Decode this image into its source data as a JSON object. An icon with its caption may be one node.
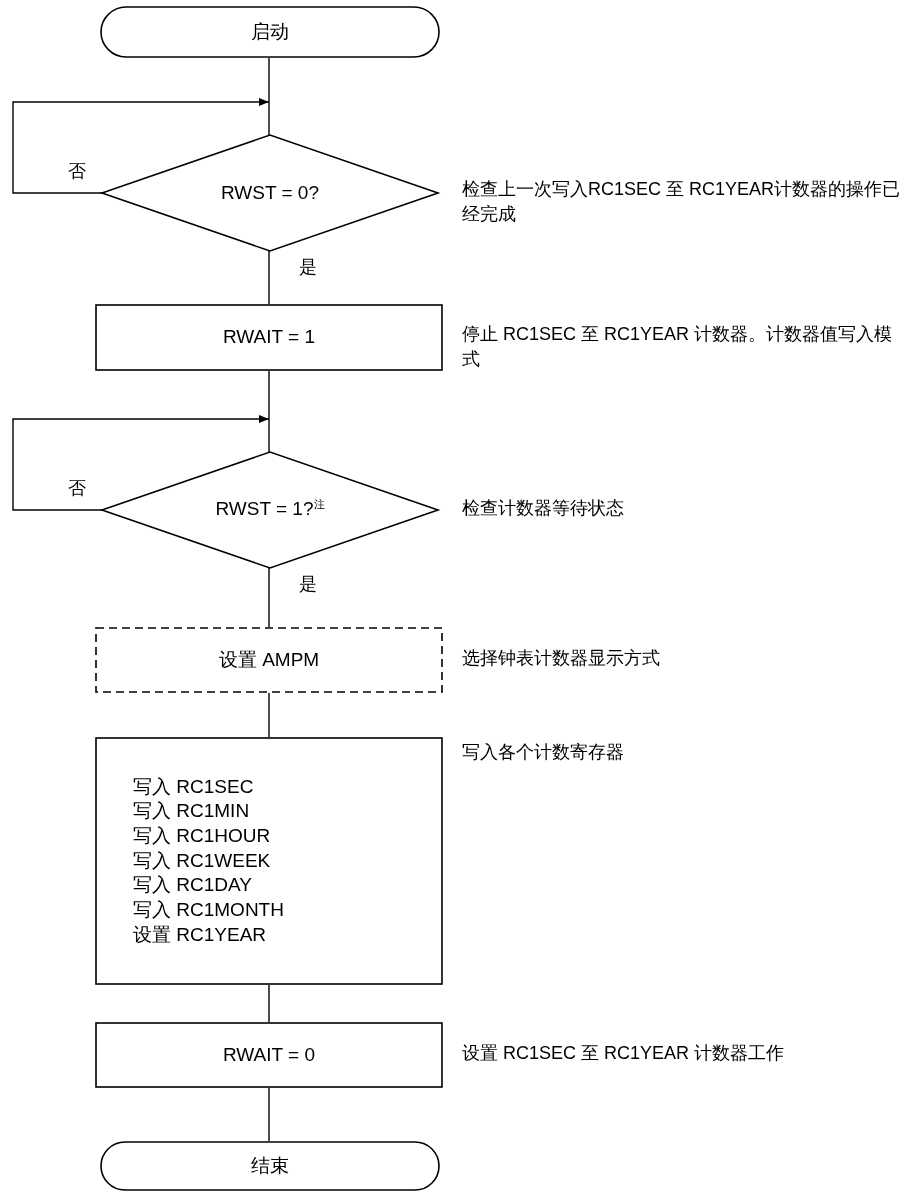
{
  "diagram": {
    "nodes": [
      {
        "text": [
          "启动"
        ]
      },
      {
        "text": [
          "RWST = 0?"
        ],
        "beside": [
          "检查上一次写入RC1SEC 至 RC1YEAR计数器的操作已经完成"
        ]
      },
      {
        "text": [
          "RWAIT = 1"
        ],
        "beside": [
          "停止 RC1SEC 至 RC1YEAR 计数器。计数器值写入模式"
        ]
      },
      {
        "text": [
          "RWST = 1?$^{注}$"
        ],
        "beside": [
          "检查计数器等待状态"
        ]
      },
      {
        "text": [
          "设置 AMPM"
        ],
        "beside": [
          "选择钟表计数器显示方式"
        ]
      },
      {
        "text": [
          "写入 RC1SEC",
          "写入 RC1MIN",
          "写入 RC1HOUR",
          "写入 RC1WEEK",
          "写入 RC1DAY",
          "写入 RC1MONTH",
          "设置 RC1YEAR"
        ],
        "beside": [
          "写入各个计数寄存器"
        ]
      },
      {
        "text": [
          "RWAIT = 0"
        ],
        "beside": [
          "设置 RC1SEC 至 RC1YEAR 计数器工作"
        ]
      },
      {
        "text": [
          "结束"
        ]
      }
    ],
    "edges": [
      {
        "from": 0,
        "to": 1,
        "arrow": "none"
      },
      {
        "from": 1,
        "to": 1,
        "label": "否",
        "arrow": "to"
      },
      {
        "from": 1,
        "to": 2,
        "label": "是",
        "arrow": "none"
      },
      {
        "from": 2,
        "to": 3,
        "arrow": "none"
      },
      {
        "from": 3,
        "to": 3,
        "label": "否",
        "arrow": "to"
      },
      {
        "from": 3,
        "to": 4,
        "label": "是",
        "arrow": "none"
      },
      {
        "from": 4,
        "to": 5,
        "arrow": "none"
      },
      {
        "from": 5,
        "to": 6,
        "arrow": "none"
      },
      {
        "from": 6,
        "to": 7,
        "arrow": "none"
      }
    ]
  }
}
